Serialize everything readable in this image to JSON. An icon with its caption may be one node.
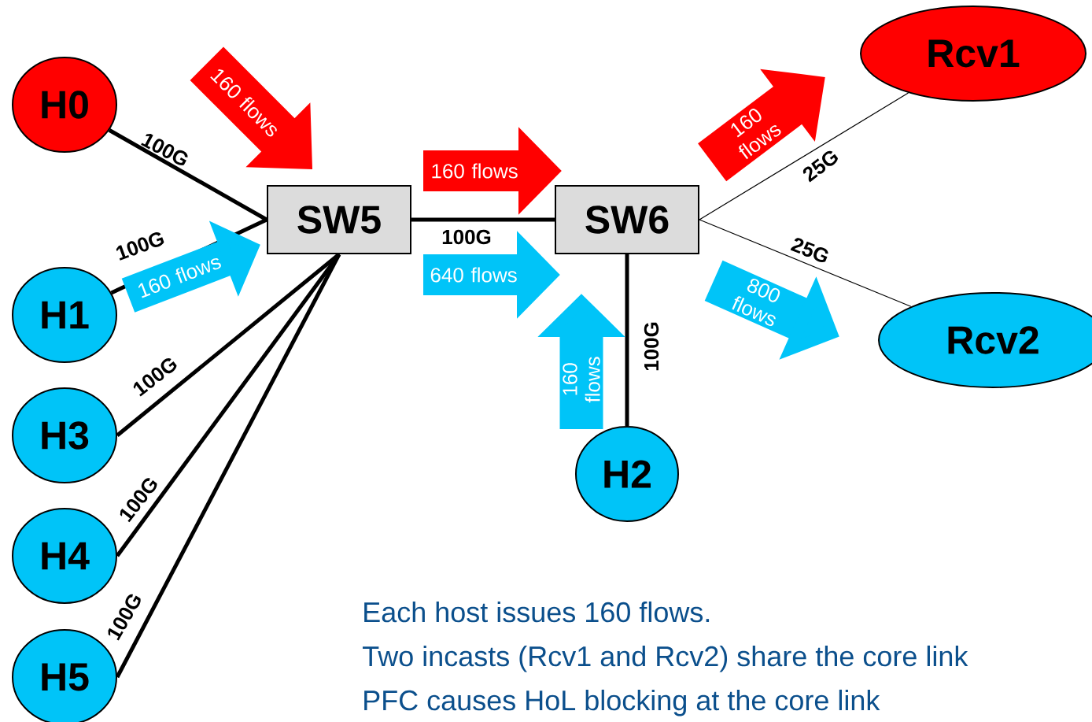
{
  "diagram": {
    "nodes": [
      {
        "text": [
          "H0"
        ]
      },
      {
        "text": [
          "H1"
        ]
      },
      {
        "text": [
          "H3"
        ]
      },
      {
        "text": [
          "H4"
        ]
      },
      {
        "text": [
          "H5"
        ]
      },
      {
        "text": [
          "SW5"
        ]
      },
      {
        "text": [
          "SW6"
        ]
      },
      {
        "text": [
          "H2"
        ]
      },
      {
        "text": [
          "Rcv1"
        ]
      },
      {
        "text": [
          "Rcv2"
        ]
      }
    ],
    "edges": [
      {
        "from": 0,
        "to": 5,
        "arrow": "none",
        "label": "100G"
      },
      {
        "from": 1,
        "to": 5,
        "arrow": "none",
        "label": "100G"
      },
      {
        "from": 2,
        "to": 5,
        "arrow": "none",
        "label": "100G"
      },
      {
        "from": 3,
        "to": 5,
        "arrow": "none",
        "label": "100G"
      },
      {
        "from": 4,
        "to": 5,
        "arrow": "none",
        "label": "100G"
      },
      {
        "from": 5,
        "to": 6,
        "arrow": "none",
        "label": "100G"
      },
      {
        "from": 6,
        "to": 7,
        "arrow": "none",
        "label": "100G"
      },
      {
        "from": 6,
        "to": 8,
        "arrow": "none",
        "label": "25G"
      },
      {
        "from": 6,
        "to": 9,
        "arrow": "none",
        "label": "25G"
      },
      {
        "from": null,
        "to": 5,
        "arrow": "to",
        "label": "160 flows",
        "style": "thick",
        "color": "#ff0000"
      },
      {
        "from": 1,
        "to": 5,
        "arrow": "to",
        "label": "160 flows",
        "style": "thick",
        "color": "#00c4f8"
      },
      {
        "from": 5,
        "to": 6,
        "arrow": "to",
        "label": "160 flows",
        "style": "thick",
        "color": "#ff0000"
      },
      {
        "from": 5,
        "to": 6,
        "arrow": "to",
        "label": "640 flows",
        "style": "thick",
        "color": "#00c4f8"
      },
      {
        "from": 7,
        "to": 6,
        "arrow": "to",
        "label": "160 flows",
        "style": "thick",
        "color": "#00c4f8"
      },
      {
        "from": 6,
        "to": 8,
        "arrow": "to",
        "label": "160 flows",
        "style": "thick",
        "color": "#ff0000"
      },
      {
        "from": 6,
        "to": 9,
        "arrow": "to",
        "label": "800 flows",
        "style": "thick",
        "color": "#00c4f8"
      }
    ],
    "labels": [
      "Each host issues 160 flows.",
      "Two incasts (Rcv1 and Rcv2) share the core link",
      "PFC causes HoL blocking at the core link"
    ]
  }
}
